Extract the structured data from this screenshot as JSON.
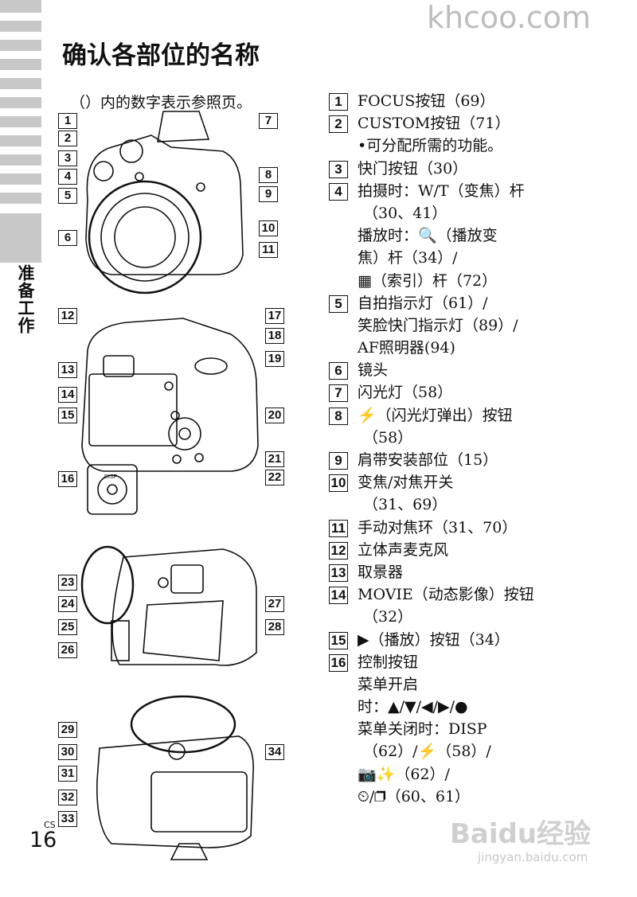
{
  "watermark_top": "khcoo.com",
  "section_tab": "准备工作",
  "title": "确认各部位的名称",
  "note": "（）内的数字表示参照页。",
  "parts": [
    {
      "num": "1",
      "lines": [
        "FOCUS按钮（69）"
      ]
    },
    {
      "num": "2",
      "lines": [
        "CUSTOM按钮（71）",
        "•可分配所需的功能。"
      ]
    },
    {
      "num": "3",
      "lines": [
        "快门按钮（30）"
      ]
    },
    {
      "num": "4",
      "lines": [
        "拍摄时：W/T（变焦）杆",
        "（30、41）",
        "播放时：🔍（播放变",
        "焦）杆（34）/",
        "▦（索引）杆（72）"
      ]
    },
    {
      "num": "5",
      "lines": [
        "自拍指示灯（61）/",
        "笑脸快门指示灯（89）/",
        "AF照明器(94)"
      ]
    },
    {
      "num": "6",
      "lines": [
        "镜头"
      ]
    },
    {
      "num": "7",
      "lines": [
        "闪光灯（58）"
      ]
    },
    {
      "num": "8",
      "lines": [
        "⚡（闪光灯弹出）按钮",
        "（58）"
      ]
    },
    {
      "num": "9",
      "lines": [
        "肩带安装部位（15）"
      ]
    },
    {
      "num": "10",
      "lines": [
        "变焦/对焦开关",
        "（31、69）"
      ]
    },
    {
      "num": "11",
      "lines": [
        "手动对焦环（31、70）"
      ]
    },
    {
      "num": "12",
      "lines": [
        "立体声麦克风"
      ]
    },
    {
      "num": "13",
      "lines": [
        "取景器"
      ]
    },
    {
      "num": "14",
      "lines": [
        "MOVIE（动态影像）按钮",
        "（32）"
      ]
    },
    {
      "num": "15",
      "lines": [
        "▶（播放）按钮（34）"
      ]
    },
    {
      "num": "16",
      "lines": [
        "控制按钮",
        "菜单开启",
        "时：▲/▼/◀/▶/●",
        "菜单关闭时：DISP",
        "（62）/⚡（58）/",
        "📷✨（62）/",
        "⏲/❐（60、61）"
      ]
    }
  ],
  "callouts": [
    "1",
    "2",
    "3",
    "4",
    "5",
    "6",
    "7",
    "8",
    "9",
    "10",
    "11",
    "12",
    "13",
    "14",
    "15",
    "16",
    "17",
    "18",
    "19",
    "20",
    "21",
    "22",
    "23",
    "24",
    "25",
    "26",
    "27",
    "28",
    "29",
    "30",
    "31",
    "32",
    "33",
    "34"
  ],
  "control_dial_label": "DISP",
  "page_lang": "CS",
  "page_number": "16",
  "watermark_bottom": "Baidu经验",
  "watermark_bottom_url": "jingyan.baidu.com"
}
